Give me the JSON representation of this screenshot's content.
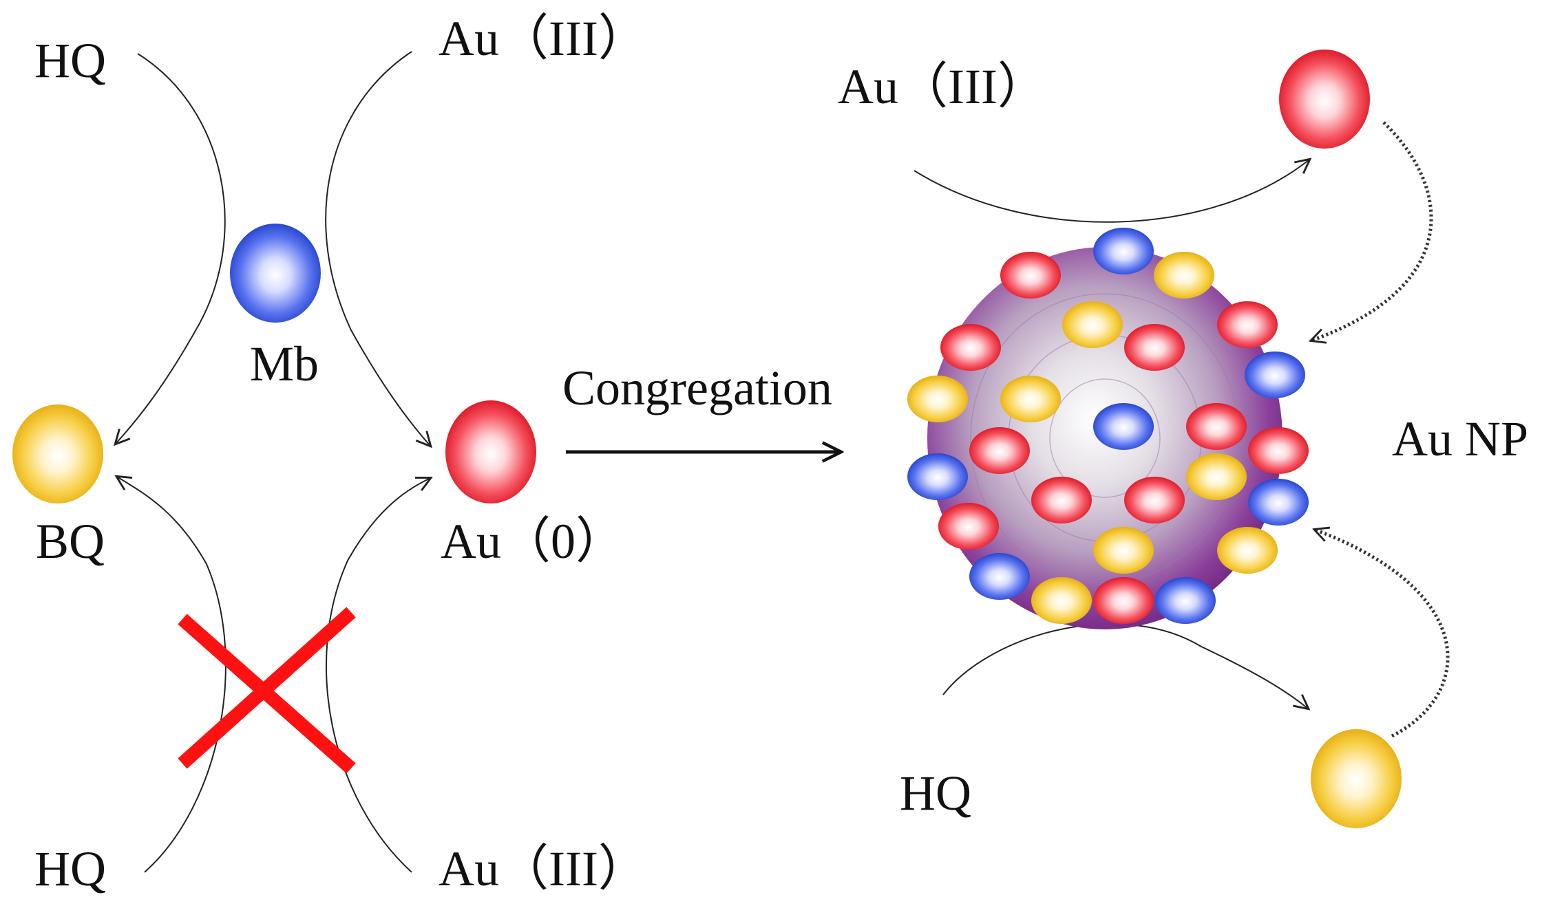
{
  "labels": {
    "hq_top": "HQ",
    "au3_top_left": "Au（III）",
    "mb": "Mb",
    "bq": "BQ",
    "au0": "Au（0）",
    "hq_bottom": "HQ",
    "au3_bottom_left": "Au（III）",
    "congregation": "Congregation",
    "au3_right": "Au（III）",
    "au_np": "Au NP",
    "hq_right": "HQ"
  },
  "colors": {
    "red": "#ee2233",
    "yellow": "#f2c21a",
    "blue": "#2b4fd8",
    "purple": "#7a2f8c",
    "cross": "#ff1111",
    "line": "#222222"
  }
}
